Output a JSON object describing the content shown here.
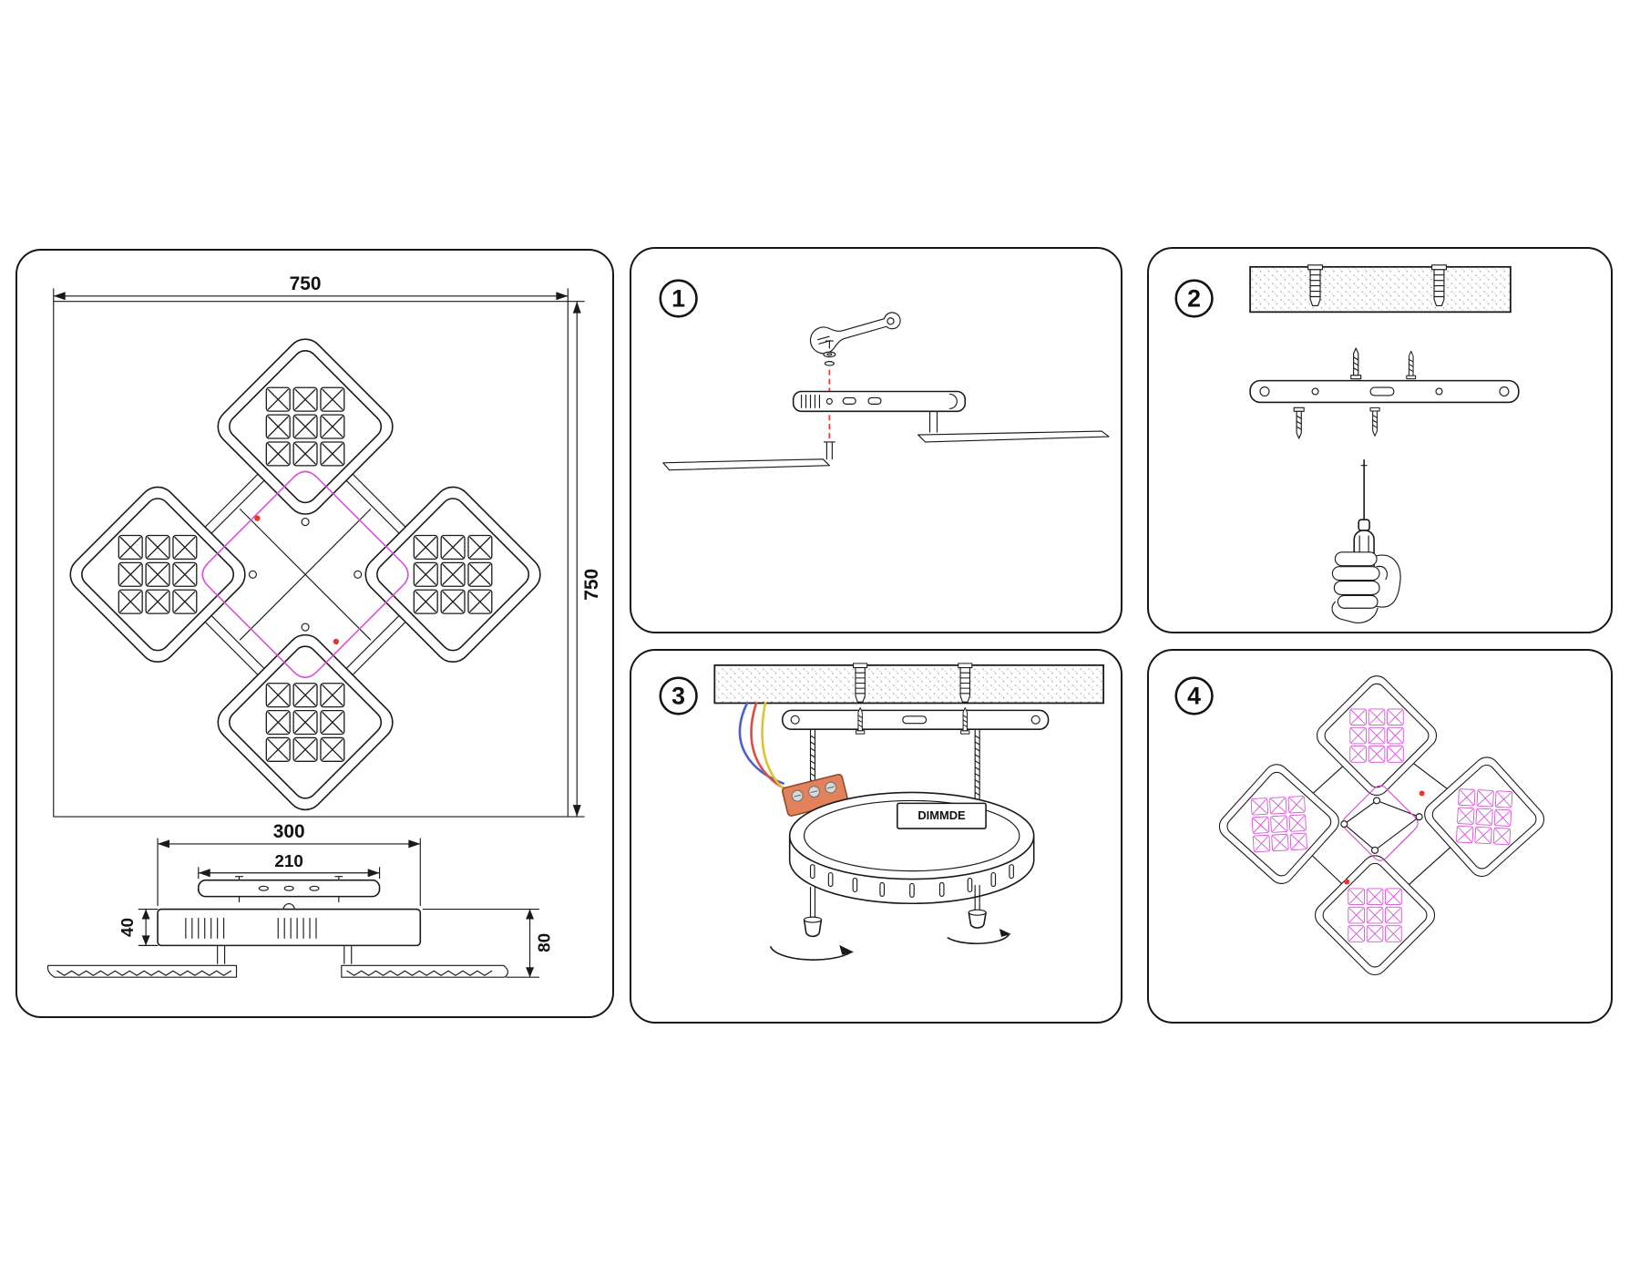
{
  "document": {
    "type": "ceiling-light-installation-instructions",
    "background": "#ffffff"
  },
  "dimensions_panel": {
    "overall_width_mm": "750",
    "overall_height_mm": "750",
    "base_width_mm": "300",
    "canopy_width_mm": "210",
    "body_height_mm": "40",
    "total_height_mm": "80"
  },
  "steps": {
    "step1": {
      "number": "1"
    },
    "step2": {
      "number": "2"
    },
    "step3": {
      "number": "3",
      "driver_box_label": "DIMMDE"
    },
    "step4": {
      "number": "4"
    }
  },
  "icons": [
    "wrench-icon",
    "screw-icon",
    "washer-icon",
    "wall-plug-icon",
    "screwdriver-icon",
    "hand-icon",
    "terminal-block-icon",
    "cap-nut-icon",
    "rotation-arrow-icon"
  ],
  "colors": {
    "line": "#1a1a1a",
    "accent_magenta": "#d84fd8",
    "accent_red": "#e03a2f",
    "wire_blue": "#4a5fd0",
    "wire_red": "#d85040",
    "wire_yellow": "#dfc22f",
    "wire_gray": "#b9b9b9",
    "terminal_body": "#e2825a",
    "stipple": "#9a9a9a"
  }
}
